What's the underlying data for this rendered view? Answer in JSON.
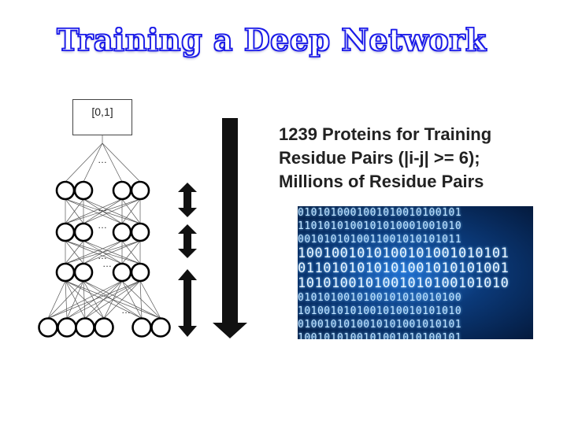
{
  "slide": {
    "title": "Training a Deep Network",
    "output_range_label": "[0,1]",
    "info_lines": [
      "1239 Proteins for Training",
      "Residue Pairs (|i-j| >= 6);",
      "Millions of Residue Pairs"
    ],
    "ellipsis": "…"
  },
  "binary_image": {
    "rows": [
      "0101010001001010010100101",
      "1101010100101010001001010",
      "0010101010011001010101011",
      "1001001010100101001010101",
      "0110101010101001010101001",
      "1010100101001010100101010",
      "0101010010100101010010100",
      "1010010101001010010101010",
      "0100101010010101001010101",
      "1001010100101001010100101"
    ]
  },
  "colors": {
    "title_fill": "#ffffff",
    "title_outline": "#1a1ae8",
    "arrows": "#111111",
    "neurons": "#000000"
  }
}
